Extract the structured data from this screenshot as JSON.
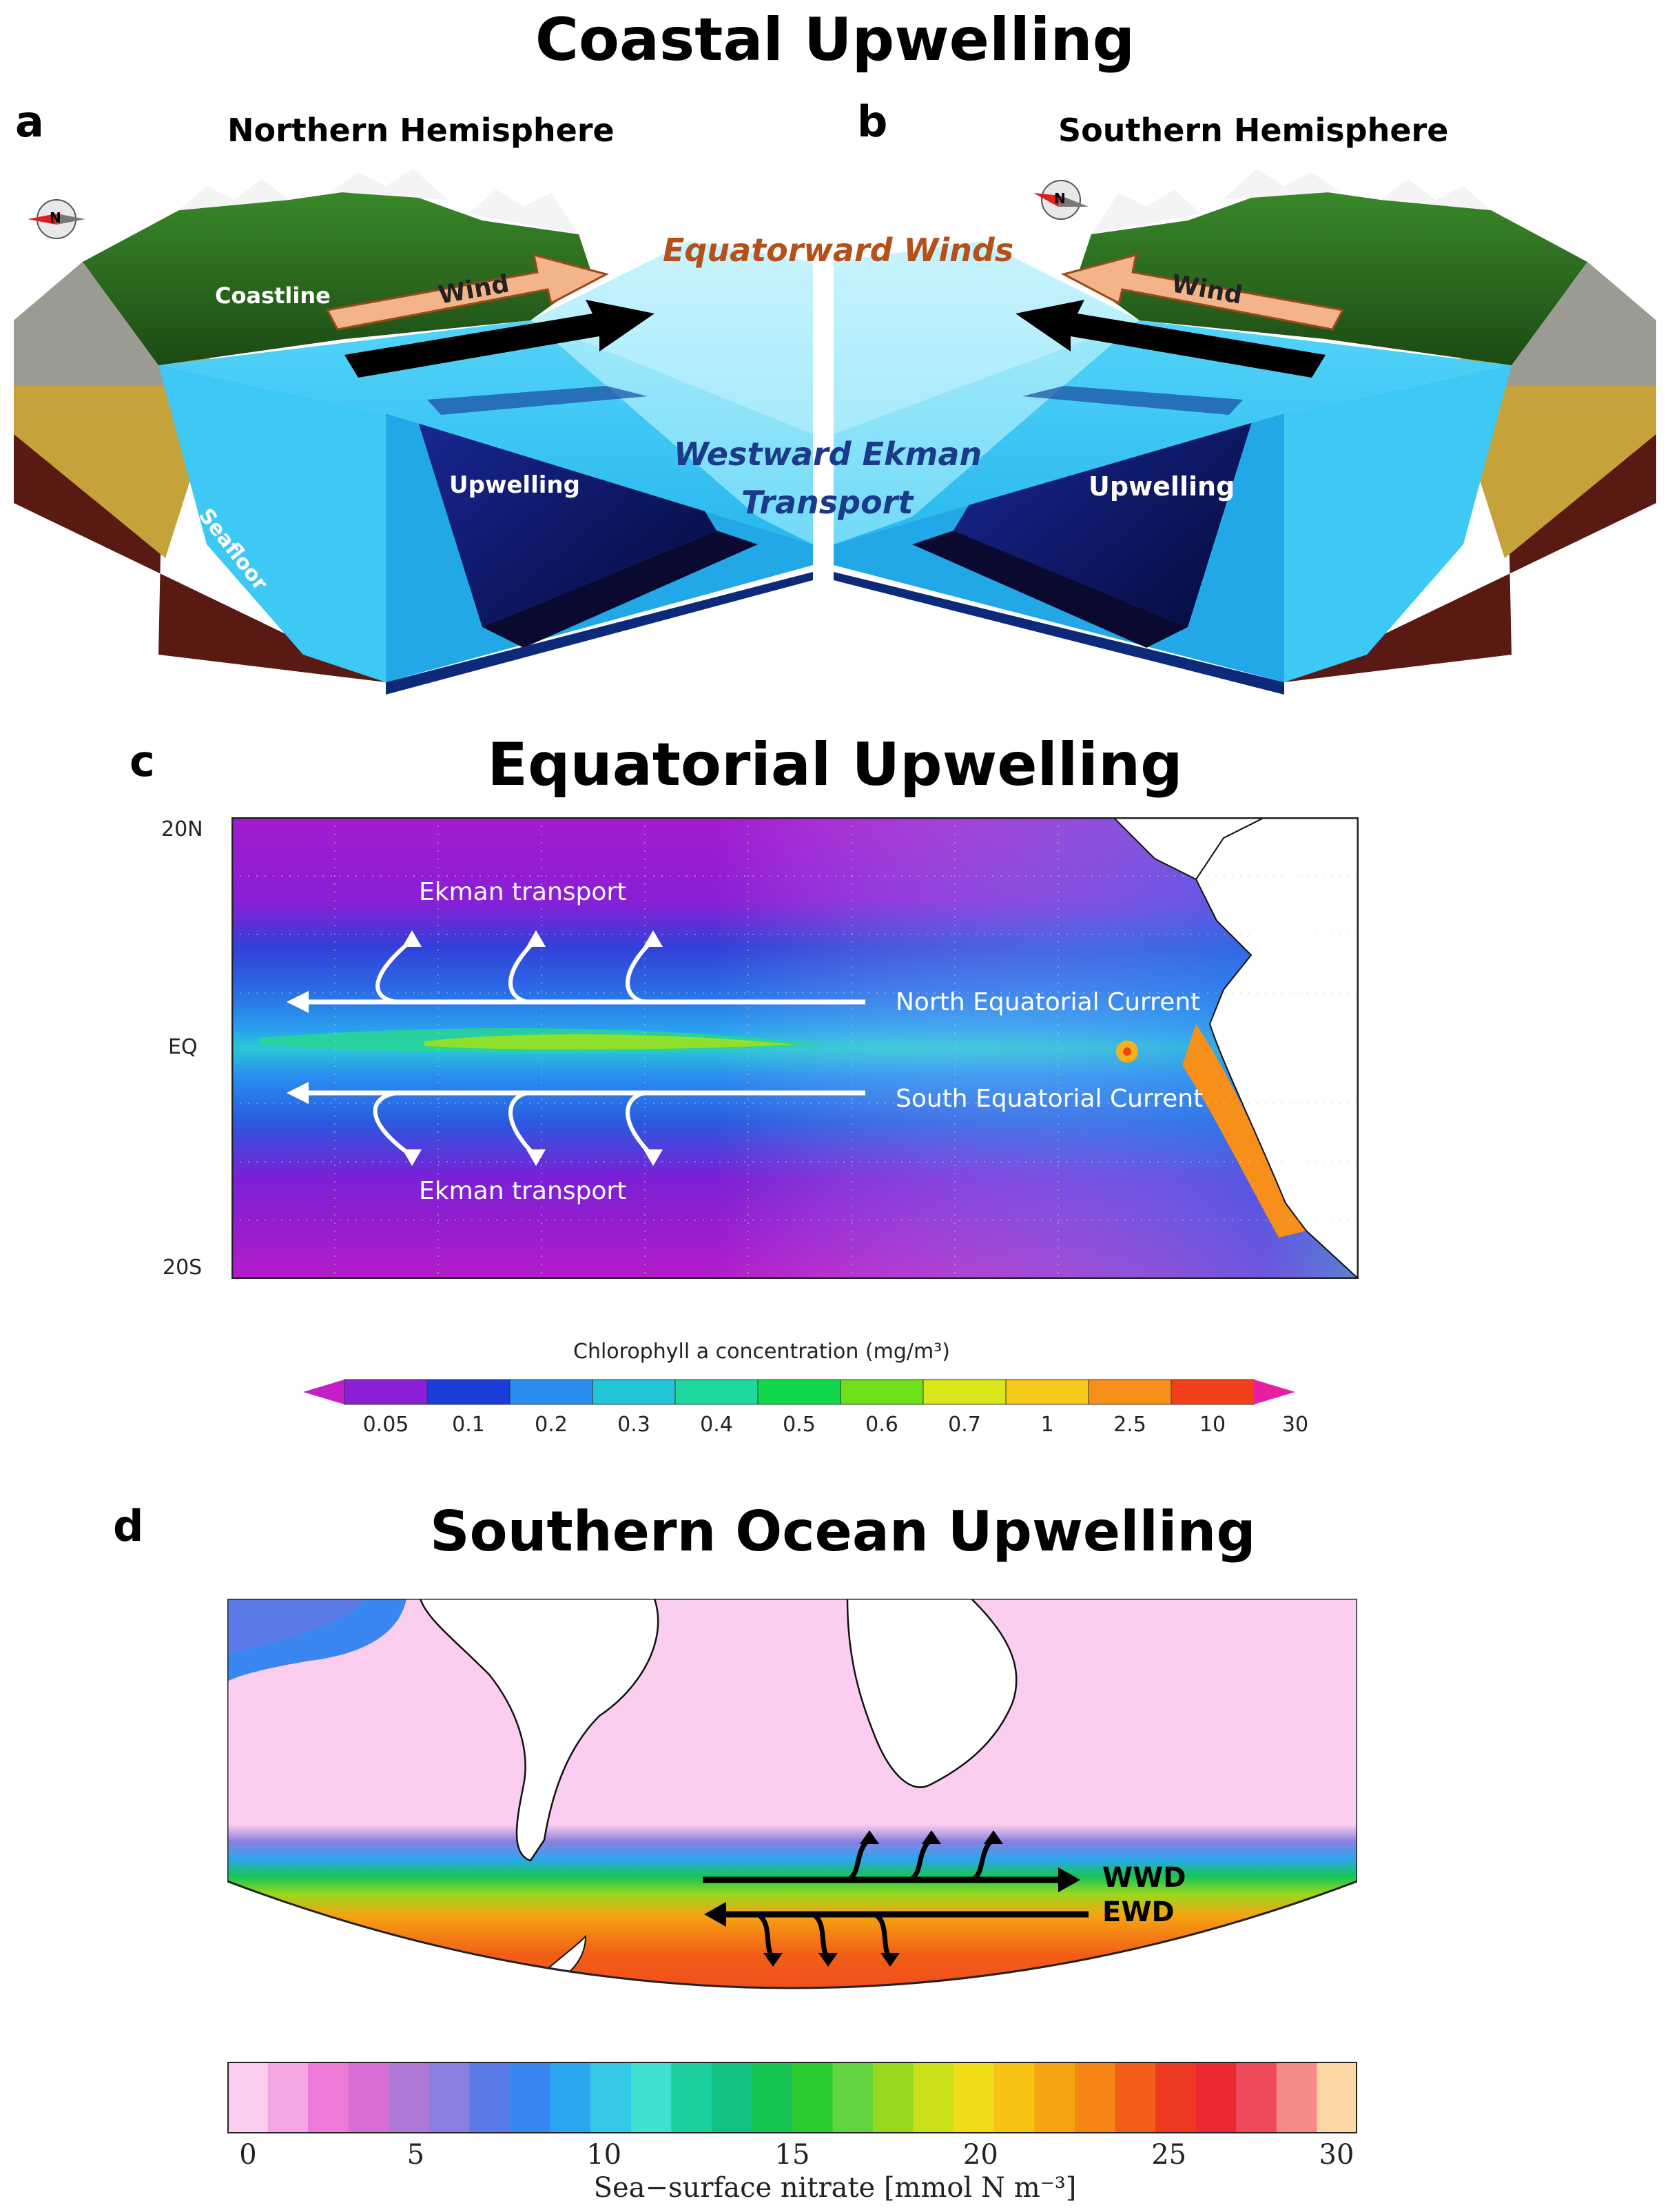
{
  "main_title": "Coastal Upwelling",
  "panel_a": {
    "letter": "a",
    "hemisphere": "Northern Hemisphere",
    "labels": {
      "coastline": "Coastline",
      "wind": "Wind",
      "upwelling": "Upwelling",
      "seafloor": "Seafloor",
      "compass": "N"
    }
  },
  "panel_b": {
    "letter": "b",
    "hemisphere": "Southern Hemisphere",
    "labels": {
      "wind": "Wind",
      "upwelling": "Upwelling",
      "compass": "N"
    }
  },
  "center_labels": {
    "winds": "Equatorward Winds",
    "ekman_line1": "Westward Ekman",
    "ekman_line2": "Transport"
  },
  "panel_c": {
    "letter": "c",
    "title": "Equatorial Upwelling",
    "lat_ticks": [
      "20N",
      "EQ",
      "20S"
    ],
    "labels": {
      "ekman_top": "Ekman transport",
      "ekman_bottom": "Ekman transport",
      "nec": "North Equatorial Current",
      "sec": "South Equatorial Current"
    },
    "colorbar": {
      "title": "Chlorophyll a concentration (mg/m³)",
      "ticks": [
        "0.05",
        "0.1",
        "0.2",
        "0.3",
        "0.4",
        "0.5",
        "0.6",
        "0.7",
        "1",
        "2.5",
        "10",
        "30"
      ],
      "colors": [
        "#c21fc8",
        "#8a1fd6",
        "#1a3cd8",
        "#2a8ef0",
        "#22c4d8",
        "#1fd8a0",
        "#10d84a",
        "#6ee018",
        "#d8e61a",
        "#f6c81a",
        "#f6901a",
        "#f2401a",
        "#e81ea0"
      ]
    }
  },
  "panel_d": {
    "letter": "d",
    "title": "Southern Ocean Upwelling",
    "labels": {
      "wwd": "WWD",
      "ewd": "EWD"
    },
    "colorbar": {
      "title": "Sea−surface nitrate [mmol N m⁻³]",
      "ticks": [
        "0",
        "5",
        "10",
        "15",
        "20",
        "25",
        "30"
      ],
      "colors": [
        "#fbcdee",
        "#f5a6e4",
        "#ee7ad8",
        "#d86ed4",
        "#b078d6",
        "#8a7ee0",
        "#5a7ae8",
        "#3a86f0",
        "#2aa6ee",
        "#32c8e6",
        "#40e0d0",
        "#1ccf9e",
        "#12c080",
        "#16c454",
        "#2ccc30",
        "#62d440",
        "#98d81e",
        "#cce01a",
        "#f0dc18",
        "#f6c214",
        "#f6a412",
        "#f68614",
        "#f25e18",
        "#ee3a20",
        "#ec2834",
        "#ee4a5a",
        "#f68a86",
        "#fcd6a4"
      ]
    }
  }
}
